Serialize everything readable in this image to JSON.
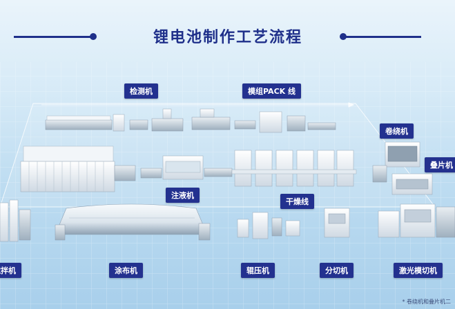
{
  "title": "锂电池制作工艺流程",
  "labels": {
    "inspection": "检测机",
    "module_pack_line": "模组PACK 线",
    "winding": "卷绕机",
    "stacking": "叠片机",
    "injection": "注液机",
    "drying": "干燥线",
    "mixing": "搅拌机",
    "coating": "涂布机",
    "rolling": "辊压机",
    "slitting": "分切机",
    "laser_die_cutting": "激光模切机"
  },
  "footnote": "* 卷绕机和叠片机二",
  "colors": {
    "label_bg": "#23318f",
    "title": "#1e2f8a",
    "background": "#cfe5f5"
  }
}
